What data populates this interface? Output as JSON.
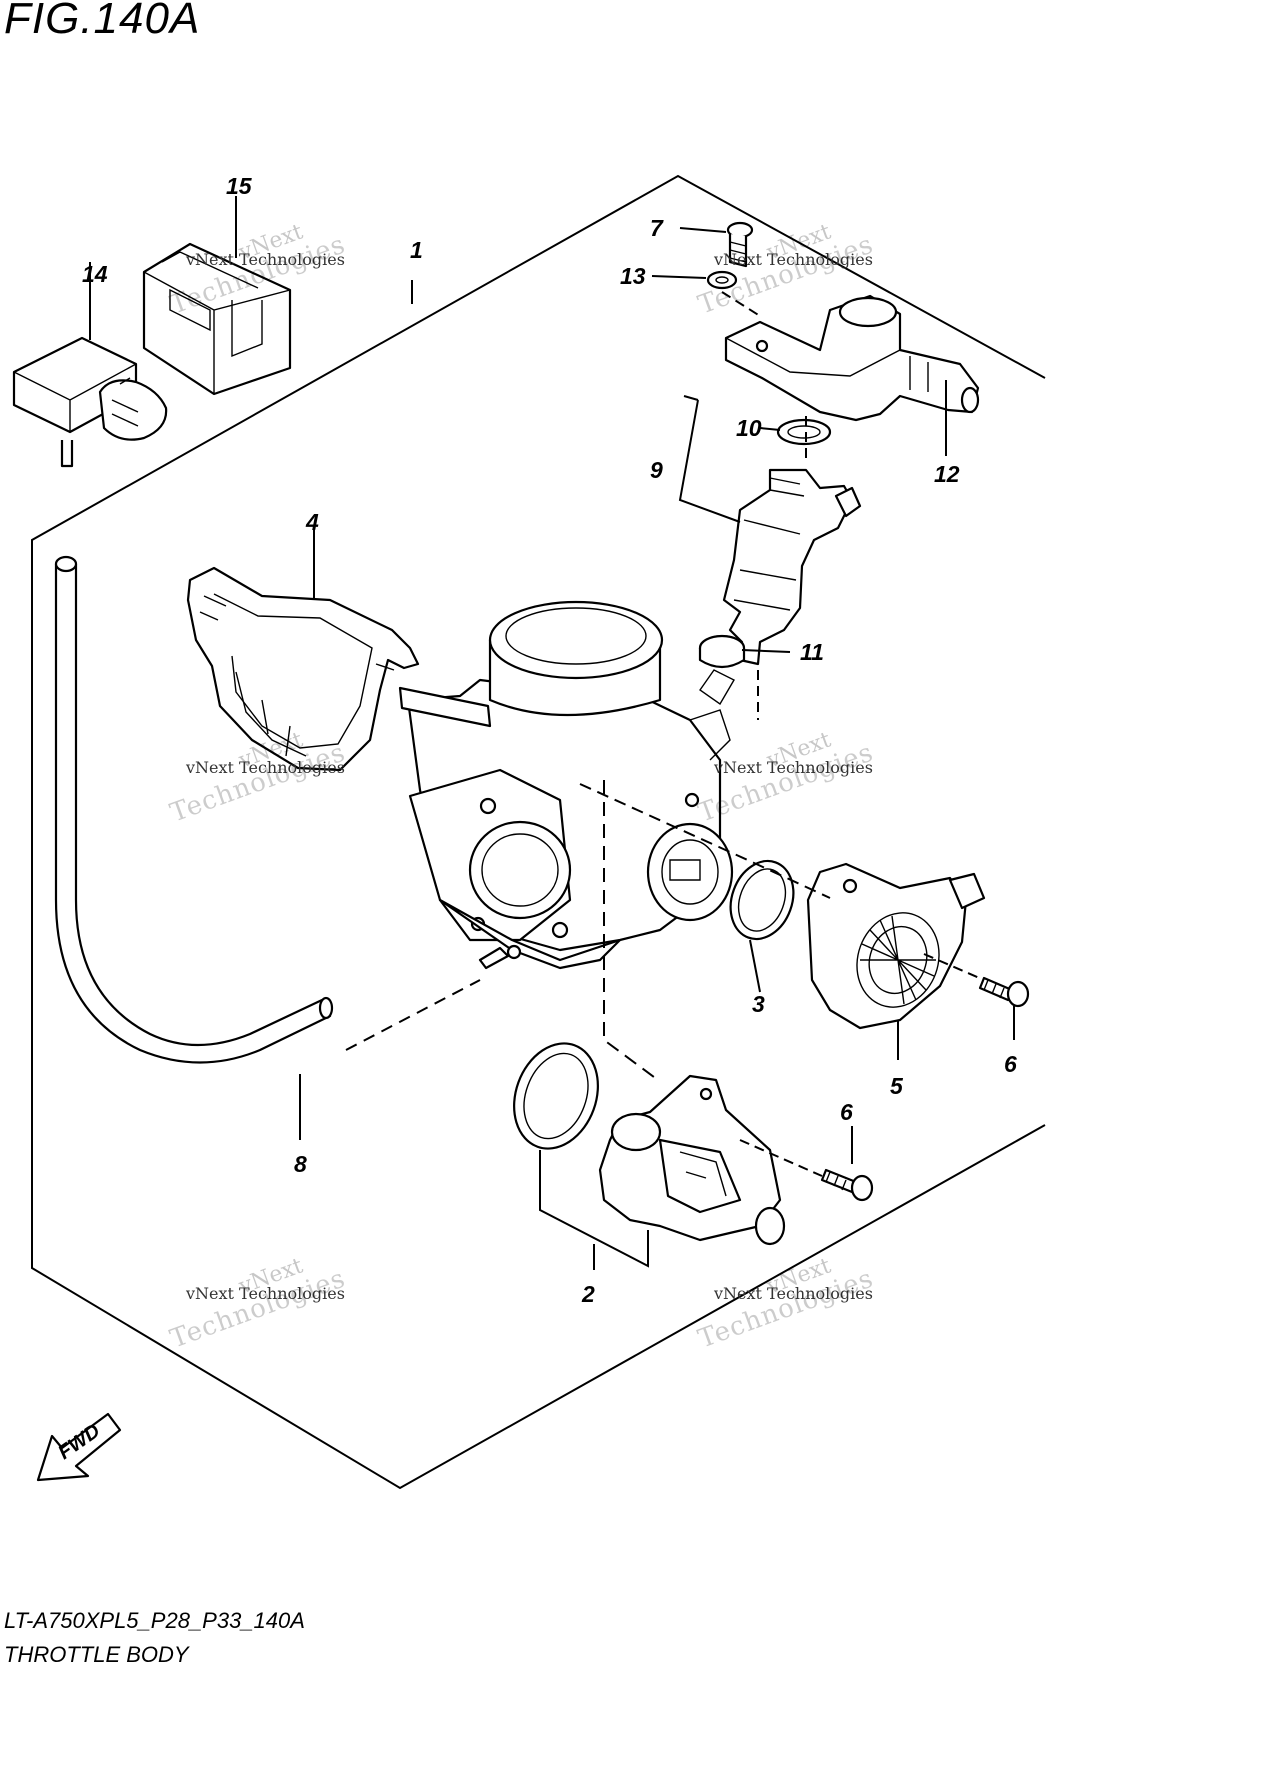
{
  "figure": {
    "title": "FIG.140A",
    "model_code": "LT-A750XPL5_P28_P33_140A",
    "section_name": "THROTTLE BODY",
    "fwd_label": "FWD"
  },
  "watermark": {
    "line1": "vNext",
    "line2": "vNext Technologies",
    "line3": "Technologies"
  },
  "callouts": [
    {
      "num": "1"
    },
    {
      "num": "2"
    },
    {
      "num": "3"
    },
    {
      "num": "4"
    },
    {
      "num": "5"
    },
    {
      "num": "6"
    },
    {
      "num": "6"
    },
    {
      "num": "7"
    },
    {
      "num": "8"
    },
    {
      "num": "9"
    },
    {
      "num": "10"
    },
    {
      "num": "11"
    },
    {
      "num": "12"
    },
    {
      "num": "13"
    },
    {
      "num": "14"
    },
    {
      "num": "15"
    }
  ]
}
